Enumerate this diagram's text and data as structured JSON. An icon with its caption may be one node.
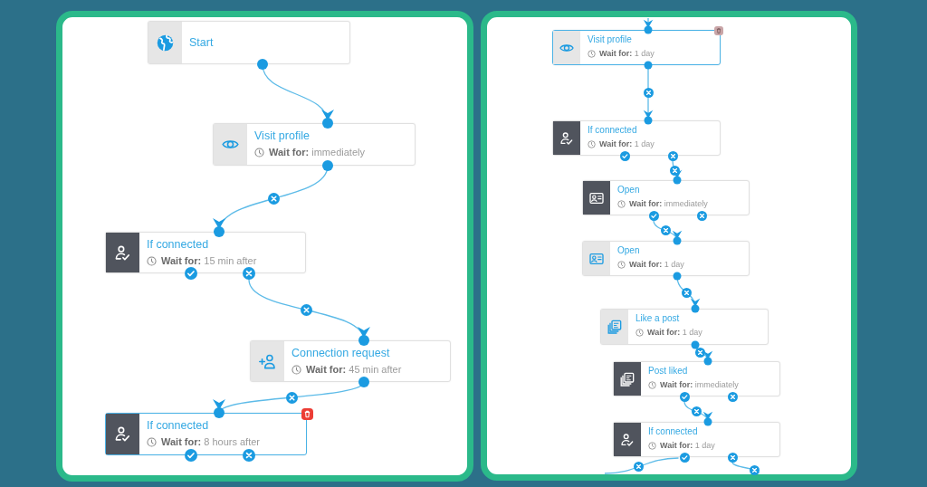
{
  "diagram": {
    "nodes": [
      {
        "text": [
          "Start"
        ]
      },
      {
        "text": [
          "Visit profile",
          "**Wait for:** immediately"
        ]
      },
      {
        "text": [
          "If connected",
          "**Wait for:** 15 min after"
        ]
      },
      {
        "text": [
          "Connection request",
          "**Wait for:** 45 min after"
        ]
      },
      {
        "text": [
          "If connected",
          "**Wait for:** 8 hours after"
        ]
      },
      {
        "text": [
          "Visit profile",
          "**Wait for:** 1 day"
        ]
      },
      {
        "text": [
          "If connected",
          "**Wait for:** 1 day"
        ]
      },
      {
        "text": [
          "Open",
          "**Wait for:** immediately"
        ]
      },
      {
        "text": [
          "Open",
          "**Wait for:** 1 day"
        ]
      },
      {
        "text": [
          "Like a post",
          "**Wait for:** 1 day"
        ]
      },
      {
        "text": [
          "Post liked",
          "**Wait for:** immediately"
        ]
      },
      {
        "text": [
          "If connected",
          "**Wait for:** 1 day"
        ]
      }
    ],
    "edges": [
      {
        "from": 0,
        "to": 1,
        "arrow": "to"
      },
      {
        "from": 1,
        "to": 2,
        "arrow": "to"
      },
      {
        "from": 2,
        "to": 3,
        "arrow": "to"
      },
      {
        "from": 3,
        "to": 4,
        "arrow": "to"
      },
      {
        "from": null,
        "to": 5,
        "arrow": "to"
      },
      {
        "from": 5,
        "to": 6,
        "arrow": "to"
      },
      {
        "from": 6,
        "to": 7,
        "arrow": "to"
      },
      {
        "from": 7,
        "to": 8,
        "arrow": "to"
      },
      {
        "from": 8,
        "to": 9,
        "arrow": "to"
      },
      {
        "from": 9,
        "to": 10,
        "arrow": "to"
      },
      {
        "from": 10,
        "to": 11,
        "arrow": "to"
      },
      {
        "from": 11,
        "to": null,
        "arrow": "none"
      },
      {
        "from": 11,
        "to": null,
        "arrow": "none"
      }
    ]
  }
}
